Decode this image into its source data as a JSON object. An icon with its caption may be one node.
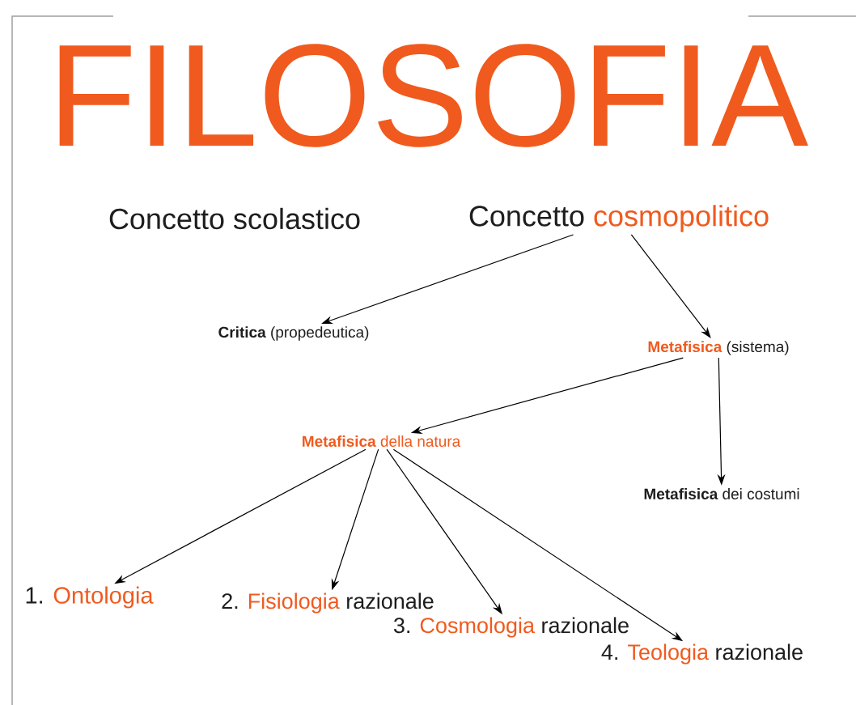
{
  "diagram": {
    "title": "FILOSOFIA",
    "nodes": [
      {
        "text": [
          "Concetto scolastico"
        ]
      },
      {
        "text": [
          "Concetto",
          "cosmopolitico"
        ]
      },
      {
        "text": [
          "Critica",
          "(propedeutica)"
        ]
      },
      {
        "text": [
          "Metafisica",
          "(sistema)"
        ]
      },
      {
        "text": [
          "Metafisica",
          "della natura"
        ]
      },
      {
        "text": [
          "Metafisica",
          "dei costumi"
        ]
      },
      {
        "text": [
          "1.",
          "Ontologia"
        ]
      },
      {
        "text": [
          "2.",
          "Fisiologia",
          "razionale"
        ]
      },
      {
        "text": [
          "3.",
          "Cosmologia",
          "razionale"
        ]
      },
      {
        "text": [
          "4.",
          "Teologia",
          "razionale"
        ]
      }
    ],
    "edges": [
      {
        "from": 1,
        "to": 2,
        "arrow": "to"
      },
      {
        "from": 1,
        "to": 3,
        "arrow": "to"
      },
      {
        "from": 3,
        "to": 4,
        "arrow": "to"
      },
      {
        "from": 3,
        "to": 5,
        "arrow": "to"
      },
      {
        "from": 4,
        "to": 6,
        "arrow": "to"
      },
      {
        "from": 4,
        "to": 7,
        "arrow": "to"
      },
      {
        "from": 4,
        "to": 8,
        "arrow": "to"
      },
      {
        "from": 4,
        "to": 9,
        "arrow": "to"
      }
    ]
  }
}
